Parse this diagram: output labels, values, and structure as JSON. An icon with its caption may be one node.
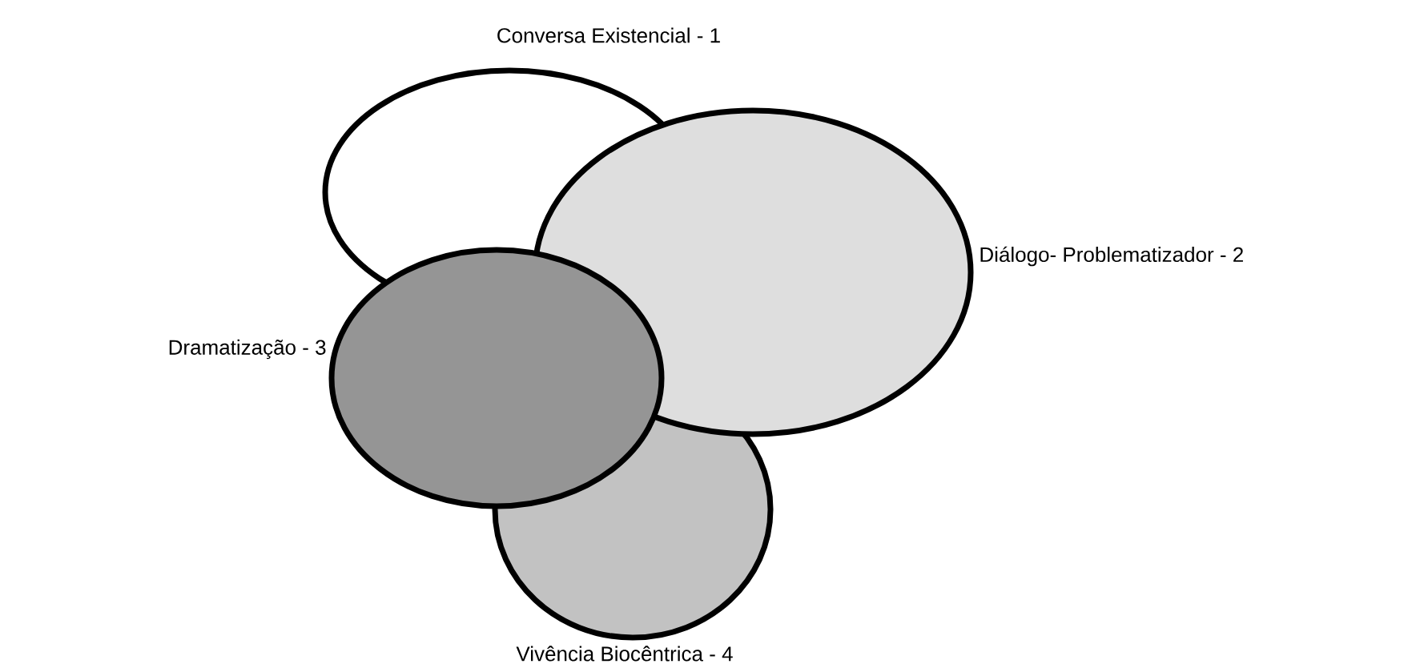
{
  "diagram": {
    "nodes": [
      {
        "text": [
          "Conversa Existencial - 1"
        ]
      },
      {
        "text": [
          "Diálogo- Problematizador - 2"
        ]
      },
      {
        "text": [
          "Dramatização - 3"
        ]
      },
      {
        "text": [
          "Vivência Biocêntrica - 4"
        ]
      }
    ]
  }
}
